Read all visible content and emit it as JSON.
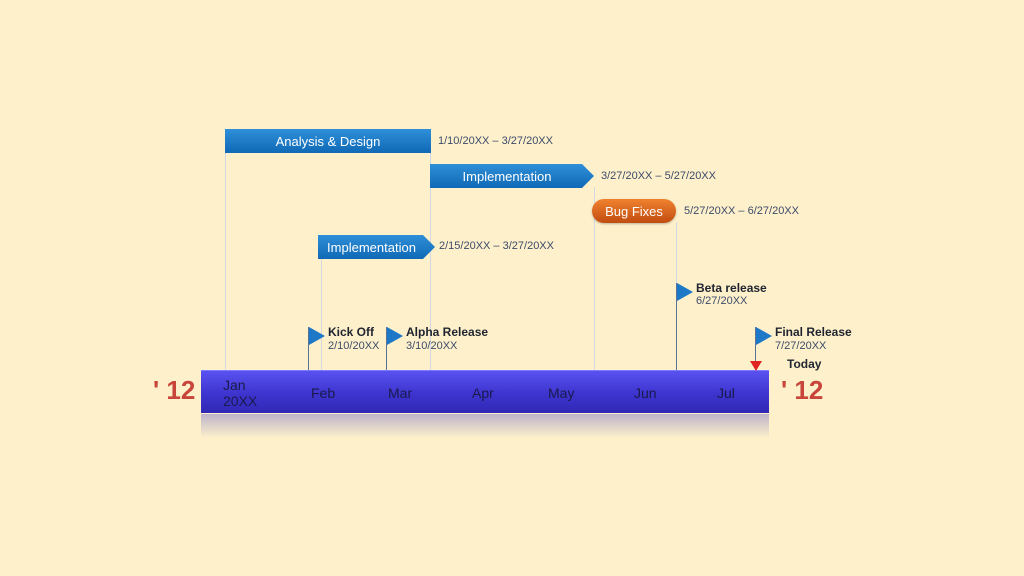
{
  "tasks": [
    {
      "label": "Analysis & Design",
      "range": "1/10/20XX  –  3/27/20XX"
    },
    {
      "label": "Implementation",
      "range": "3/27/20XX  –  5/27/20XX"
    },
    {
      "label": "Bug Fixes",
      "range": "5/27/20XX  –  6/27/20XX"
    },
    {
      "label": "Implementation",
      "range": "2/15/20XX  –  3/27/20XX"
    }
  ],
  "milestones": [
    {
      "title": "Kick Off",
      "date": "2/10/20XX"
    },
    {
      "title": "Alpha Release",
      "date": "3/10/20XX"
    },
    {
      "title": "Beta release",
      "date": "6/27/20XX"
    },
    {
      "title": "Final Release",
      "date": "7/27/20XX"
    }
  ],
  "axis": {
    "months": [
      "Jan",
      "Feb",
      "Mar",
      "Apr",
      "May",
      "Jun",
      "Jul"
    ],
    "first_month_year": "20XX",
    "year_left": "' 12",
    "year_right": "' 12",
    "today_label": "Today"
  },
  "colors": {
    "task_bar": "#1a78c6",
    "bug_fix_bar": "#dd6420",
    "axis_bar": "#4038d8",
    "flag": "#1e78c8",
    "year_label": "#c8453c",
    "today_marker": "#e02424"
  }
}
